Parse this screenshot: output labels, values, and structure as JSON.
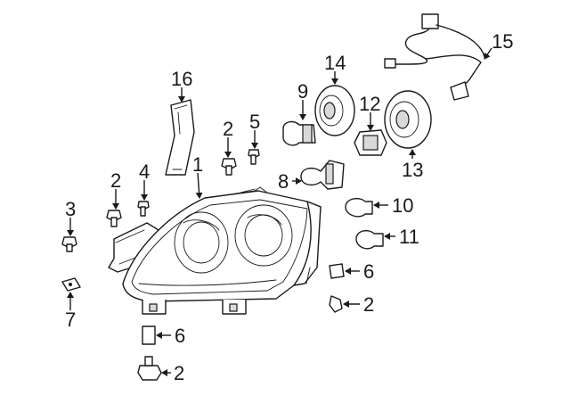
{
  "diagram": {
    "callouts": [
      {
        "id": "c1",
        "text": "1"
      },
      {
        "id": "c2a",
        "text": "2"
      },
      {
        "id": "c2b",
        "text": "2"
      },
      {
        "id": "c2c",
        "text": "2"
      },
      {
        "id": "c2d",
        "text": "2"
      },
      {
        "id": "c3",
        "text": "3"
      },
      {
        "id": "c4",
        "text": "4"
      },
      {
        "id": "c5",
        "text": "5"
      },
      {
        "id": "c6a",
        "text": "6"
      },
      {
        "id": "c6b",
        "text": "6"
      },
      {
        "id": "c7",
        "text": "7"
      },
      {
        "id": "c8",
        "text": "8"
      },
      {
        "id": "c9",
        "text": "9"
      },
      {
        "id": "c10",
        "text": "10"
      },
      {
        "id": "c11",
        "text": "11"
      },
      {
        "id": "c12",
        "text": "12"
      },
      {
        "id": "c13",
        "text": "13"
      },
      {
        "id": "c14",
        "text": "14"
      },
      {
        "id": "c15",
        "text": "15"
      },
      {
        "id": "c16",
        "text": "16"
      }
    ]
  }
}
